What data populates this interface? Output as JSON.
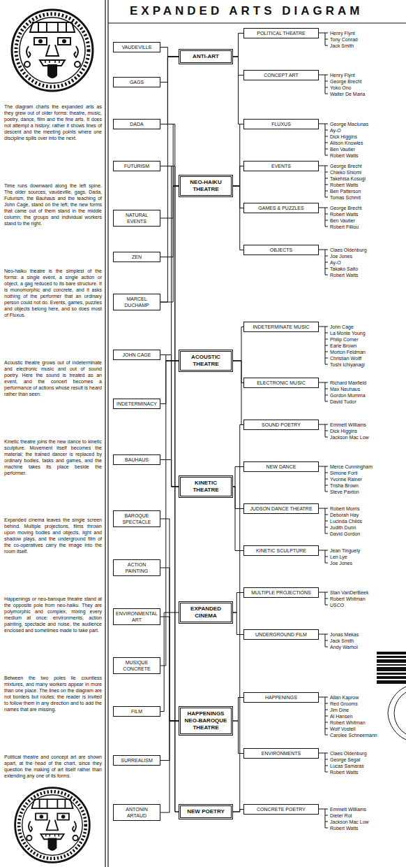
{
  "diagram": {
    "title": "EXPANDED ARTS DIAGRAM",
    "nodes": [
      {
        "text": [
          "VAUDEVILLE"
        ]
      },
      {
        "text": [
          "GAGS"
        ]
      },
      {
        "text": [
          "DADA"
        ]
      },
      {
        "text": [
          "FUTURISM"
        ]
      },
      {
        "text": [
          "NATURAL EVENTS"
        ]
      },
      {
        "text": [
          "ZEN"
        ]
      },
      {
        "text": [
          "MARCEL DUCHAMP"
        ]
      },
      {
        "text": [
          "JOHN CAGE"
        ]
      },
      {
        "text": [
          "INDETERMINACY"
        ]
      },
      {
        "text": [
          "BAUHAUS"
        ]
      },
      {
        "text": [
          "BAROQUE SPECTACLE"
        ]
      },
      {
        "text": [
          "ACTION PAINTING"
        ]
      },
      {
        "text": [
          "ENVIRONMENTAL ART"
        ]
      },
      {
        "text": [
          "MUSIQUE CONCRETE"
        ]
      },
      {
        "text": [
          "FILM"
        ]
      },
      {
        "text": [
          "SURREALISM"
        ]
      },
      {
        "text": [
          "ANTONIN ARTAUD"
        ]
      },
      {
        "text": [
          "ANTI-ART"
        ]
      },
      {
        "text": [
          "NEO-HAIKU THEATRE"
        ]
      },
      {
        "text": [
          "ACOUSTIC THEATRE"
        ]
      },
      {
        "text": [
          "KINETIC THEATRE"
        ]
      },
      {
        "text": [
          "EXPANDED CINEMA"
        ]
      },
      {
        "text": [
          "HAPPENINGS NEO-BAROQUE THEATRE"
        ]
      },
      {
        "text": [
          "NEW POETRY"
        ]
      },
      {
        "text": [
          "POLITICAL THEATRE"
        ]
      },
      {
        "text": [
          "CONCEPT ART"
        ]
      },
      {
        "text": [
          "FLUXUS"
        ]
      },
      {
        "text": [
          "EVENTS"
        ]
      },
      {
        "text": [
          "GAMES & PUZZLES"
        ]
      },
      {
        "text": [
          "OBJECTS"
        ]
      },
      {
        "text": [
          "INDETERMINATE MUSIC"
        ]
      },
      {
        "text": [
          "ELECTRONIC MUSIC"
        ]
      },
      {
        "text": [
          "SOUND POETRY"
        ]
      },
      {
        "text": [
          "NEW DANCE"
        ]
      },
      {
        "text": [
          "JUDSON DANCE THEATRE"
        ]
      },
      {
        "text": [
          "KINETIC SCULPTURE"
        ]
      },
      {
        "text": [
          "MULTIPLE PROJECTIONS"
        ]
      },
      {
        "text": [
          "UNDERGROUND FILM"
        ]
      },
      {
        "text": [
          "HAPPENINGS"
        ]
      },
      {
        "text": [
          "ENVIRONMENTS"
        ]
      },
      {
        "text": [
          "CONCRETE POETRY"
        ]
      }
    ],
    "edges": [
      {
        "from": 0,
        "to": 17,
        "arrow": "none"
      },
      {
        "from": 1,
        "to": 17,
        "arrow": "none"
      },
      {
        "from": 2,
        "to": 17,
        "arrow": "none"
      },
      {
        "from": 6,
        "to": 17,
        "arrow": "none"
      },
      {
        "from": 2,
        "to": 18,
        "arrow": "none"
      },
      {
        "from": 3,
        "to": 18,
        "arrow": "none"
      },
      {
        "from": 4,
        "to": 18,
        "arrow": "none"
      },
      {
        "from": 5,
        "to": 18,
        "arrow": "none"
      },
      {
        "from": 6,
        "to": 18,
        "arrow": "none"
      },
      {
        "from": 7,
        "to": 19,
        "arrow": "none"
      },
      {
        "from": 8,
        "to": 19,
        "arrow": "none"
      },
      {
        "from": 13,
        "to": 19,
        "arrow": "none"
      },
      {
        "from": 3,
        "to": 20,
        "arrow": "none"
      },
      {
        "from": 7,
        "to": 20,
        "arrow": "none"
      },
      {
        "from": 9,
        "to": 20,
        "arrow": "none"
      },
      {
        "from": 14,
        "to": 21,
        "arrow": "none"
      },
      {
        "from": 10,
        "to": 22,
        "arrow": "none"
      },
      {
        "from": 11,
        "to": 22,
        "arrow": "none"
      },
      {
        "from": 12,
        "to": 22,
        "arrow": "none"
      },
      {
        "from": 15,
        "to": 22,
        "arrow": "none"
      },
      {
        "from": 16,
        "to": 22,
        "arrow": "none"
      },
      {
        "from": 2,
        "to": 23,
        "arrow": "none"
      },
      {
        "from": 3,
        "to": 23,
        "arrow": "none"
      },
      {
        "from": 17,
        "to": 24,
        "arrow": "none"
      },
      {
        "from": 17,
        "to": 25,
        "arrow": "none"
      },
      {
        "from": 17,
        "to": 26,
        "arrow": "none"
      },
      {
        "from": 18,
        "to": 26,
        "arrow": "none"
      },
      {
        "from": 18,
        "to": 27,
        "arrow": "none"
      },
      {
        "from": 18,
        "to": 28,
        "arrow": "none"
      },
      {
        "from": 18,
        "to": 29,
        "arrow": "none"
      },
      {
        "from": 19,
        "to": 30,
        "arrow": "none"
      },
      {
        "from": 19,
        "to": 31,
        "arrow": "none"
      },
      {
        "from": 19,
        "to": 32,
        "arrow": "none"
      },
      {
        "from": 23,
        "to": 32,
        "arrow": "none"
      },
      {
        "from": 20,
        "to": 33,
        "arrow": "none"
      },
      {
        "from": 20,
        "to": 34,
        "arrow": "none"
      },
      {
        "from": 20,
        "to": 35,
        "arrow": "none"
      },
      {
        "from": 21,
        "to": 36,
        "arrow": "none"
      },
      {
        "from": 21,
        "to": 37,
        "arrow": "none"
      },
      {
        "from": 22,
        "to": 38,
        "arrow": "none"
      },
      {
        "from": 22,
        "to": 39,
        "arrow": "none"
      },
      {
        "from": 23,
        "to": 40,
        "arrow": "none"
      }
    ],
    "labels": [
      "The diagram charts the expanded arts as they grew out of older forms: theatre, music, poetry, dance, film and the fine arts. It does not attempt a history; rather it shows lines of descent and the meeting points where one discipline spills over into the next.",
      "Time runs downward along the left spine. The older sources, vaudeville, gags, Dada, Futurism, the Bauhaus and the teaching of John Cage, stand on the left; the new forms that came out of them stand in the middle column; the groups and individual workers stand to the right.",
      "Neo-haiku theatre is the simplest of the forms: a single event, a single action or object, a gag reduced to its bare structure. It is monomorphic and concrete, and it asks nothing of the performer that an ordinary person could not do. Events, games, puzzles and objects belong here, and so does most of Fluxus.",
      "Acoustic theatre grows out of indeterminate and electronic music and out of sound poetry. Here the sound is treated as an event, and the concert becomes a performance of actions whose result is heard rather than seen.",
      "Kinetic theatre joins the new dance to kinetic sculpture. Movement itself becomes the material; the trained dancer is replaced by ordinary bodies, tasks and games, and the machine takes its place beside the performer.",
      "Expanded cinema leaves the single screen behind. Multiple projections, films thrown upon moving bodies and objects, light and shadow plays, and the underground film of the co-operatives carry the image into the room itself.",
      "Happenings or neo-baroque theatre stand at the opposite pole from neo-haiku. They are polymorphic and complex, mixing every medium at once: environments, action painting, spectacle and noise, the audience enclosed and sometimes made to take part.",
      "Between the two poles lie countless mixtures, and many workers appear in more than one place. The lines on the diagram are not borders but routes; the reader is invited to follow them in any direction and to add the names that are missing.",
      "Political theatre and concept art are shown apart, at the head of the chart, since they question the making of art itself rather than extending any one of its forms.",
      "Henry Flynt",
      "Tony Conrad",
      "Jack Smith",
      "Henry Flynt",
      "George Brecht",
      "Yoko Ono",
      "Walter De Maria",
      "George Maciunas",
      "Ay-O",
      "Dick Higgins",
      "Alison Knowles",
      "Ben Vautier",
      "Robert Watts",
      "George Brecht",
      "Chieko Shiomi",
      "Takehisa Kosugi",
      "Robert Watts",
      "Ben Patterson",
      "Tomas Schmit",
      "George Brecht",
      "Robert Watts",
      "Ben Vautier",
      "Robert Filliou",
      "Claes Oldenburg",
      "Joe Jones",
      "Ay-O",
      "Takako Saito",
      "Robert Watts",
      "John Cage",
      "La Monte Young",
      "Philip Corner",
      "Earle Brown",
      "Morton Feldman",
      "Christian Wolff",
      "Toshi Ichiyanagi",
      "Richard Maxfield",
      "Max Neuhaus",
      "Gordon Mumma",
      "David Tudor",
      "Emmett Williams",
      "Dick Higgins",
      "Jackson Mac Low",
      "Merce Cunningham",
      "Simone Forti",
      "Yvonne Rainer",
      "Trisha Brown",
      "Steve Paxton",
      "Robert Morris",
      "Deborah Hay",
      "Lucinda Childs",
      "Judith Dunn",
      "David Gordon",
      "Jean Tinguely",
      "Len Lye",
      "Joe Jones",
      "Stan VanDerBeek",
      "Robert Whitman",
      "USCO",
      "Jonas Mekas",
      "Jack Smith",
      "Andy Warhol",
      "Allan Kaprow",
      "Red Grooms",
      "Jim Dine",
      "Al Hansen",
      "Robert Whitman",
      "Wolf Vostell",
      "Carolee Schneemann",
      "Claes Oldenburg",
      "George Segal",
      "Lucas Samaras",
      "Robert Watts",
      "Emmett Williams",
      "Dieter Rot",
      "Jackson Mac Low",
      "Robert Watts"
    ]
  }
}
